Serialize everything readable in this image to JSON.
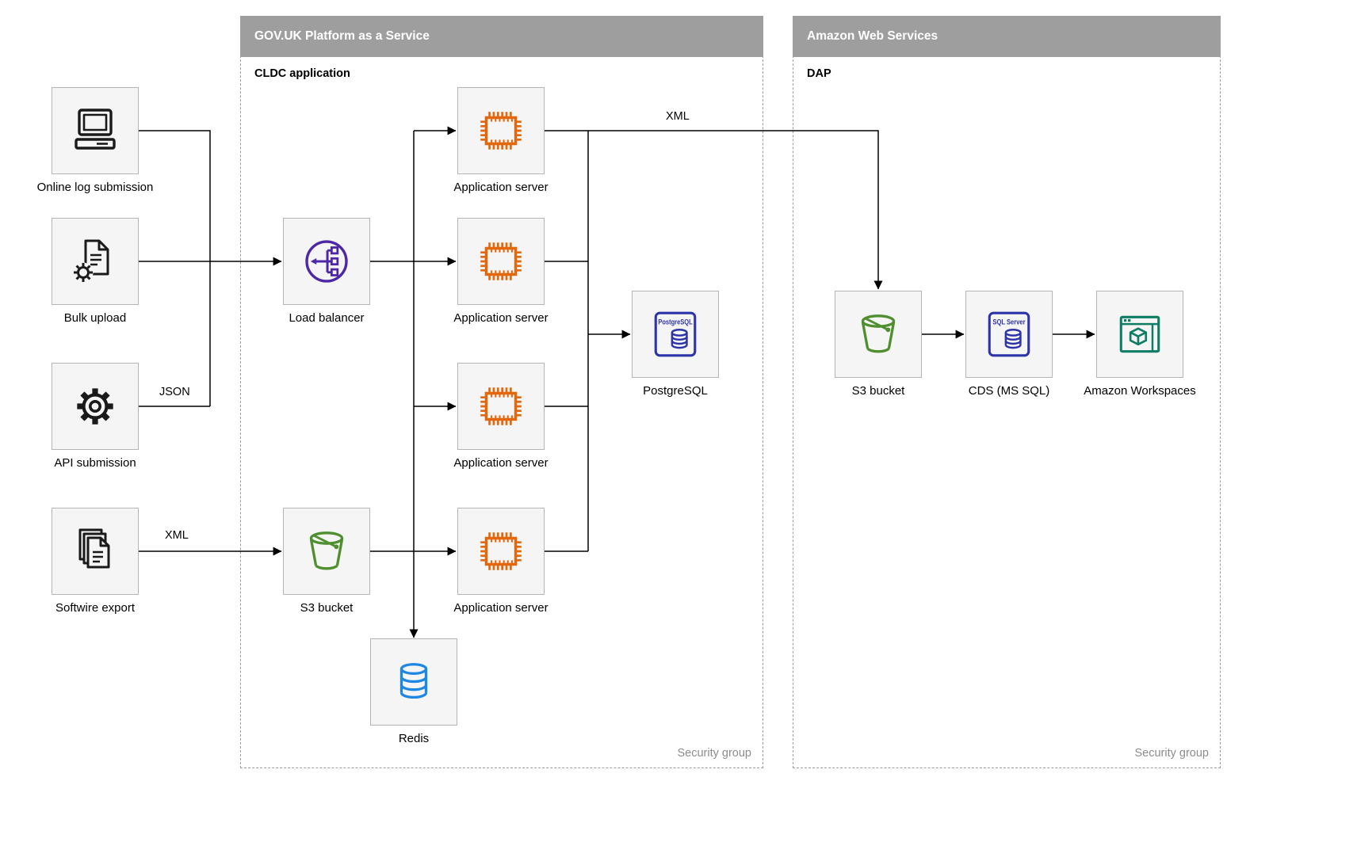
{
  "diagram": {
    "groups": {
      "paas": {
        "title": "GOV.UK Platform as a Service",
        "sublabel": "CLDC application",
        "footer": "Security group"
      },
      "aws": {
        "title": "Amazon Web Services",
        "sublabel": "DAP",
        "footer": "Security group"
      }
    },
    "nodes": {
      "online_log": {
        "label": "Online log submission",
        "icon": "desktop-computer-icon"
      },
      "bulk_upload": {
        "label": "Bulk upload",
        "icon": "document-gear-icon"
      },
      "api_submission": {
        "label": "API submission",
        "icon": "gear-icon"
      },
      "softwire_export": {
        "label": "Softwire export",
        "icon": "documents-stack-icon"
      },
      "load_balancer": {
        "label": "Load balancer",
        "icon": "load-balancer-icon",
        "color": "#4d27a8"
      },
      "app_server_1": {
        "label": "Application server",
        "icon": "chip-icon",
        "color": "#e3670d"
      },
      "app_server_2": {
        "label": "Application server",
        "icon": "chip-icon",
        "color": "#e3670d"
      },
      "app_server_3": {
        "label": "Application server",
        "icon": "chip-icon",
        "color": "#e3670d"
      },
      "app_server_4": {
        "label": "Application server",
        "icon": "chip-icon",
        "color": "#e3670d"
      },
      "postgresql": {
        "label": "PostgreSQL",
        "icon_text": "PostgreSQL",
        "icon": "database-icon",
        "color": "#2d33a8"
      },
      "s3_bucket_paas": {
        "label": "S3 bucket",
        "icon": "bucket-icon",
        "color": "#4f8f2f"
      },
      "redis": {
        "label": "Redis",
        "icon": "database-cylinder-icon",
        "color": "#1d87e4"
      },
      "s3_bucket_aws": {
        "label": "S3 bucket",
        "icon": "bucket-icon",
        "color": "#4f8f2f"
      },
      "cds_mssql": {
        "label": "CDS (MS SQL)",
        "icon_text": "SQL Server",
        "icon": "sql-server-icon",
        "color": "#2d33a8"
      },
      "amazon_workspaces": {
        "label": "Amazon Workspaces",
        "icon": "workspaces-icon",
        "color": "#0e7d63"
      }
    },
    "edge_labels": {
      "api_json": "JSON",
      "softwire_xml": "XML",
      "app_to_aws_xml": "XML"
    },
    "edges": [
      {
        "from": "online_log",
        "to": "load_balancer"
      },
      {
        "from": "bulk_upload",
        "to": "load_balancer"
      },
      {
        "from": "api_submission",
        "to": "load_balancer",
        "label": "JSON"
      },
      {
        "from": "softwire_export",
        "to": "s3_bucket_paas",
        "label": "XML"
      },
      {
        "from": "load_balancer",
        "to": "app_server_1"
      },
      {
        "from": "load_balancer",
        "to": "app_server_2"
      },
      {
        "from": "load_balancer",
        "to": "app_server_3"
      },
      {
        "from": "load_balancer",
        "to": "app_server_4"
      },
      {
        "from": "load_balancer",
        "to": "redis"
      },
      {
        "from": "s3_bucket_paas",
        "to": "app_server_4"
      },
      {
        "from": "app_server_1",
        "to": "postgresql"
      },
      {
        "from": "app_server_2",
        "to": "postgresql"
      },
      {
        "from": "app_server_3",
        "to": "postgresql"
      },
      {
        "from": "app_server_4",
        "to": "postgresql"
      },
      {
        "from": "app_server_1",
        "to": "s3_bucket_aws",
        "label": "XML"
      },
      {
        "from": "s3_bucket_aws",
        "to": "cds_mssql"
      },
      {
        "from": "cds_mssql",
        "to": "amazon_workspaces"
      }
    ],
    "colors": {
      "header_bg": "#9e9e9e",
      "header_text": "#ffffff",
      "node_bg": "#f5f5f5",
      "node_border": "#b5b5b5",
      "dashed_border": "#9c9c9c",
      "edge": "#000000",
      "muted_text": "#8c8c8c",
      "dark_icon": "#1a1a1a"
    }
  }
}
